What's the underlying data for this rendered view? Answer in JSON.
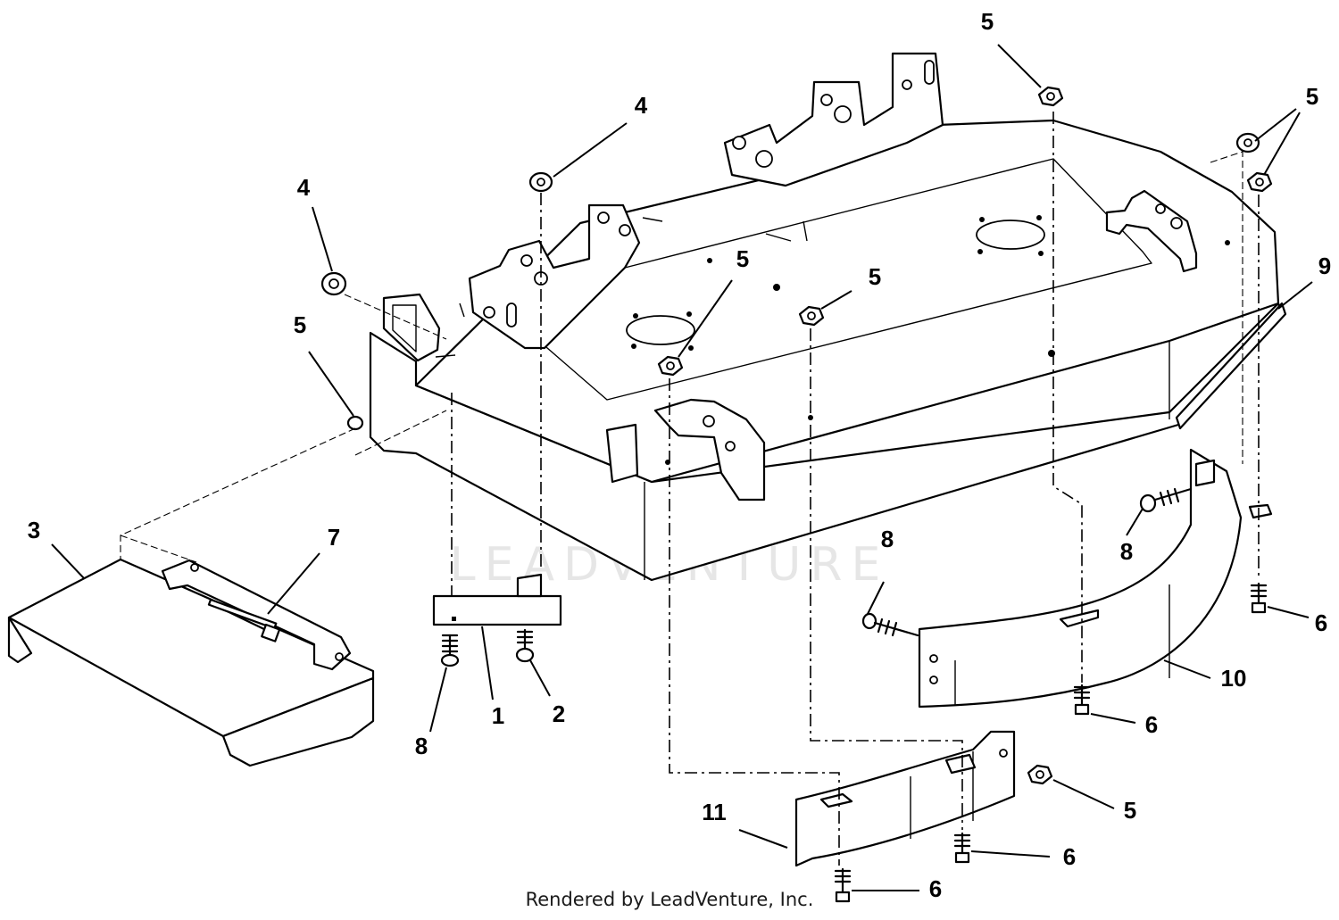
{
  "watermark": "LEADVENTURE",
  "footer": "Rendered by LeadVenture, Inc.",
  "callouts": {
    "c1": "1",
    "c2": "2",
    "c3": "3",
    "c4a": "4",
    "c4b": "4",
    "c5a": "5",
    "c5b": "5",
    "c5c": "5",
    "c5d": "5",
    "c5e": "5",
    "c5f": "5",
    "c6a": "6",
    "c6b": "6",
    "c6c": "6",
    "c6d": "6",
    "c7": "7",
    "c8a": "8",
    "c8b": "8",
    "c8c": "8",
    "c9": "9",
    "c10": "10",
    "c11": "11"
  },
  "colors": {
    "ink": "#000000",
    "paper": "#ffffff",
    "watermark": "#e6e6e6"
  }
}
